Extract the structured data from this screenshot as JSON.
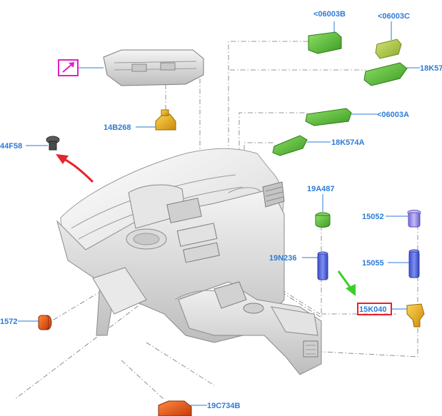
{
  "labels": {
    "p06003B": "<06003B",
    "p06003C": "<06003C",
    "p18K57": "18K57",
    "p14B268": "14B268",
    "p06003A": "<06003A",
    "p44F58": "44F58",
    "p18K574A": "18K574A",
    "p19A487": "19A487",
    "p15052": "15052",
    "p19N236": "19N236",
    "p15055": "15055",
    "p15K040": "15K040",
    "p1572": "1572",
    "p19C734B": "19C734B"
  },
  "colors": {
    "label_text": "#2e7bd6",
    "highlight_box_red": "#e8212a",
    "highlight_box_magenta": "#e020c8",
    "arrow_red": "#e3262a",
    "arrow_green": "#3ccf2a",
    "part_green": "#57c13a",
    "part_olive": "#a8c93c",
    "part_yellow": "#e8b21e",
    "part_blue": "#5b6de0",
    "part_lavender": "#9c8ee8",
    "part_orange": "#e85a1c"
  },
  "icons": {
    "callout": "diagonal-arrow-icon"
  }
}
